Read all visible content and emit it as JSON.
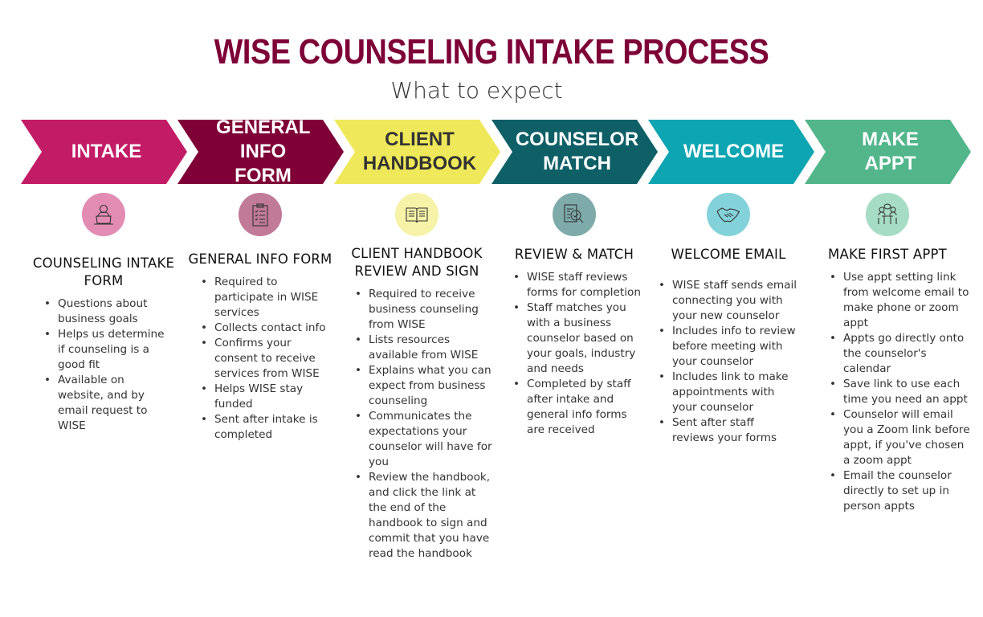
{
  "header": {
    "title": "WISE COUNSELING INTAKE PROCESS",
    "subtitle": "What to expect"
  },
  "steps": [
    {
      "label": "INTAKE",
      "color": "#c21c66",
      "text_color": "#ffffff",
      "icon": "person-at-laptop-icon",
      "icon_bg": "#e28bb3",
      "heading": "COUNSELING INTAKE FORM",
      "bullets": [
        "Questions about business goals",
        "Helps us determine if counseling is a good fit",
        "Available on website, and by email request to WISE"
      ]
    },
    {
      "label": "GENERAL INFO FORM",
      "color": "#7f0037",
      "text_color": "#ffffff",
      "icon": "clipboard-checklist-icon",
      "icon_bg": "#c17a98",
      "heading": "GENERAL INFO FORM",
      "bullets": [
        "Required to participate in WISE services",
        "Collects contact info",
        "Confirms your consent to receive services from WISE",
        "Helps WISE stay funded",
        "Sent after intake is completed"
      ]
    },
    {
      "label": "CLIENT HANDBOOK",
      "color": "#eee85a",
      "text_color": "#333333",
      "icon": "open-book-icon",
      "icon_bg": "#f6f2a8",
      "heading": "CLIENT HANDBOOK REVIEW AND SIGN",
      "bullets": [
        "Required to receive business counseling from WISE",
        "Lists resources available from WISE",
        "Explains what you can expect from business counseling",
        "Communicates the expectations your counselor will have for you",
        "Review the handbook, and click the link at the end of the handbook to sign and commit that you have read the handbook"
      ]
    },
    {
      "label": "COUNSELOR MATCH",
      "color": "#0e5f66",
      "text_color": "#ffffff",
      "icon": "document-magnifier-check-icon",
      "icon_bg": "#7eaaaa",
      "heading": "REVIEW & MATCH",
      "bullets": [
        "WISE staff reviews forms for completion",
        "Staff matches you with a business counselor based on your goals, industry and needs",
        "Completed by staff after intake and general info forms are received"
      ]
    },
    {
      "label": "WELCOME",
      "color": "#0ea5b2",
      "text_color": "#ffffff",
      "icon": "handshake-icon",
      "icon_bg": "#84d2d9",
      "heading": "WELCOME EMAIL",
      "bullets": [
        "WISE staff sends email connecting you with your new counselor",
        "Includes info to review before meeting with your counselor",
        "Includes link to make appointments with your counselor",
        "Sent after staff reviews your forms"
      ]
    },
    {
      "label": "MAKE APPT",
      "color": "#52b68a",
      "text_color": "#ffffff",
      "icon": "meeting-table-icon",
      "icon_bg": "#a6dcc4",
      "heading": "MAKE FIRST APPT",
      "bullets": [
        "Use appt setting link from welcome email to make phone or zoom appt",
        "Appts go directly onto the counselor's calendar",
        "Save link to use each time you need an appt",
        "Counselor will email you a Zoom link before appt, if you've chosen a zoom appt",
        "Email the counselor directly to set up in person appts"
      ]
    }
  ]
}
